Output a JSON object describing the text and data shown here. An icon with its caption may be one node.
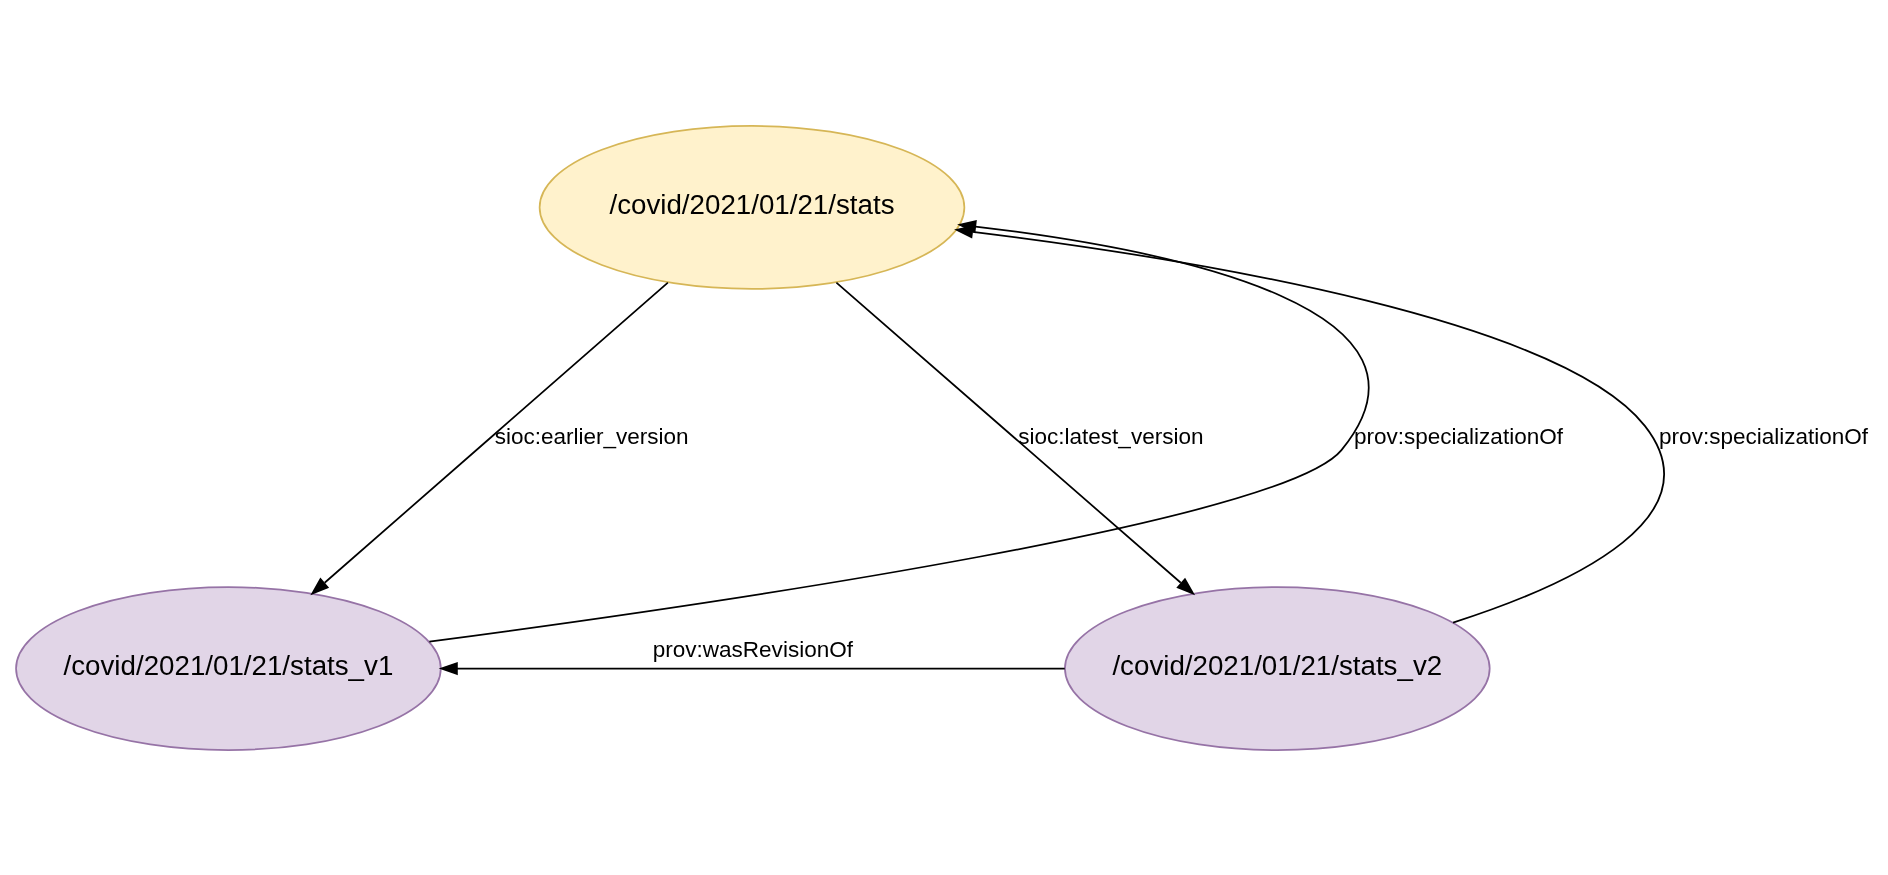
{
  "diagram": {
    "nodes": [
      {
        "text": [
          "/covid/2021/01/21/stats"
        ]
      },
      {
        "text": [
          "/covid/2021/01/21/stats_v1"
        ]
      },
      {
        "text": [
          "/covid/2021/01/21/stats_v2"
        ]
      }
    ],
    "edges": [
      {
        "from": 0,
        "to": 1,
        "arrow": "to",
        "label": "sioc:earlier_version"
      },
      {
        "from": 0,
        "to": 2,
        "arrow": "to",
        "label": "sioc:latest_version"
      },
      {
        "from": 1,
        "to": 0,
        "arrow": "to",
        "label": "prov:specializationOf"
      },
      {
        "from": 2,
        "to": 0,
        "arrow": "to",
        "label": "prov:specializationOf"
      },
      {
        "from": 2,
        "to": 1,
        "arrow": "to",
        "label": "prov:wasRevisionOf"
      }
    ]
  }
}
